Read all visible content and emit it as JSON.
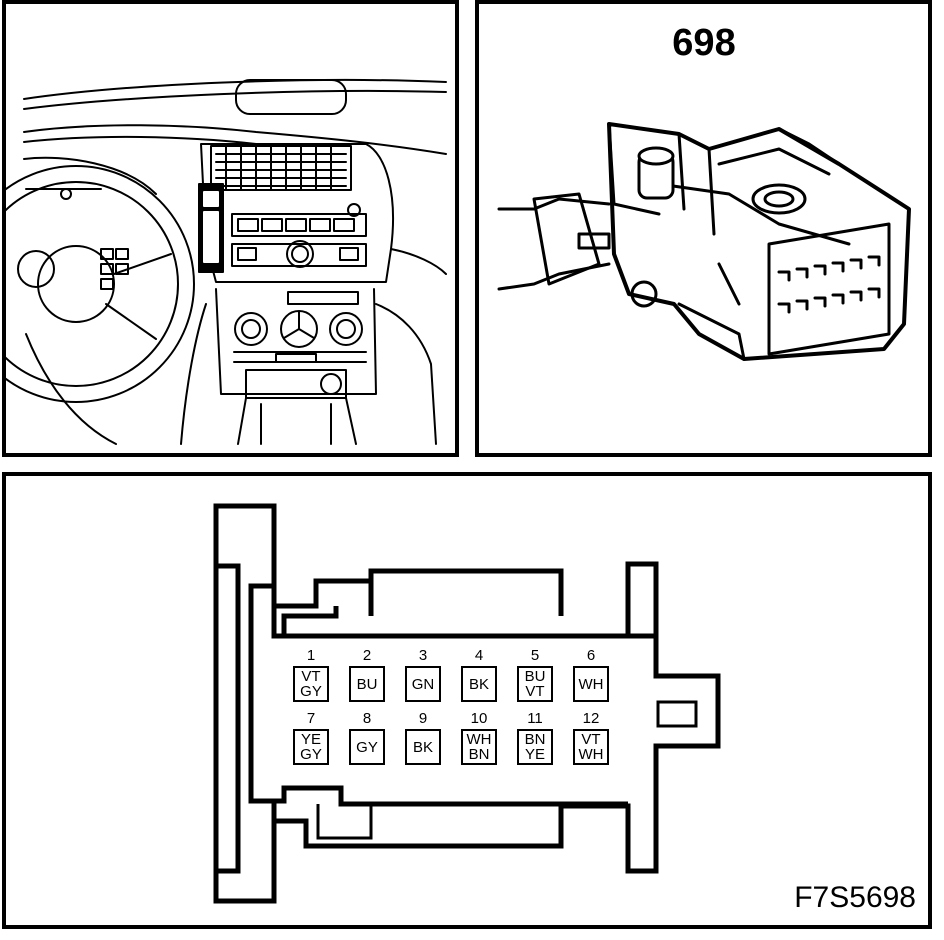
{
  "connector": {
    "number": "698",
    "figure_code": "F7S5698"
  },
  "pins": [
    {
      "num": "1",
      "c1": "VT",
      "c2": "GY"
    },
    {
      "num": "2",
      "c1": "BU",
      "c2": ""
    },
    {
      "num": "3",
      "c1": "GN",
      "c2": ""
    },
    {
      "num": "4",
      "c1": "BK",
      "c2": ""
    },
    {
      "num": "5",
      "c1": "BU",
      "c2": "VT"
    },
    {
      "num": "6",
      "c1": "WH",
      "c2": ""
    },
    {
      "num": "7",
      "c1": "YE",
      "c2": "GY"
    },
    {
      "num": "8",
      "c1": "GY",
      "c2": ""
    },
    {
      "num": "9",
      "c1": "BK",
      "c2": ""
    },
    {
      "num": "10",
      "c1": "WH",
      "c2": "BN"
    },
    {
      "num": "11",
      "c1": "BN",
      "c2": "YE"
    },
    {
      "num": "12",
      "c1": "VT",
      "c2": "WH"
    }
  ]
}
